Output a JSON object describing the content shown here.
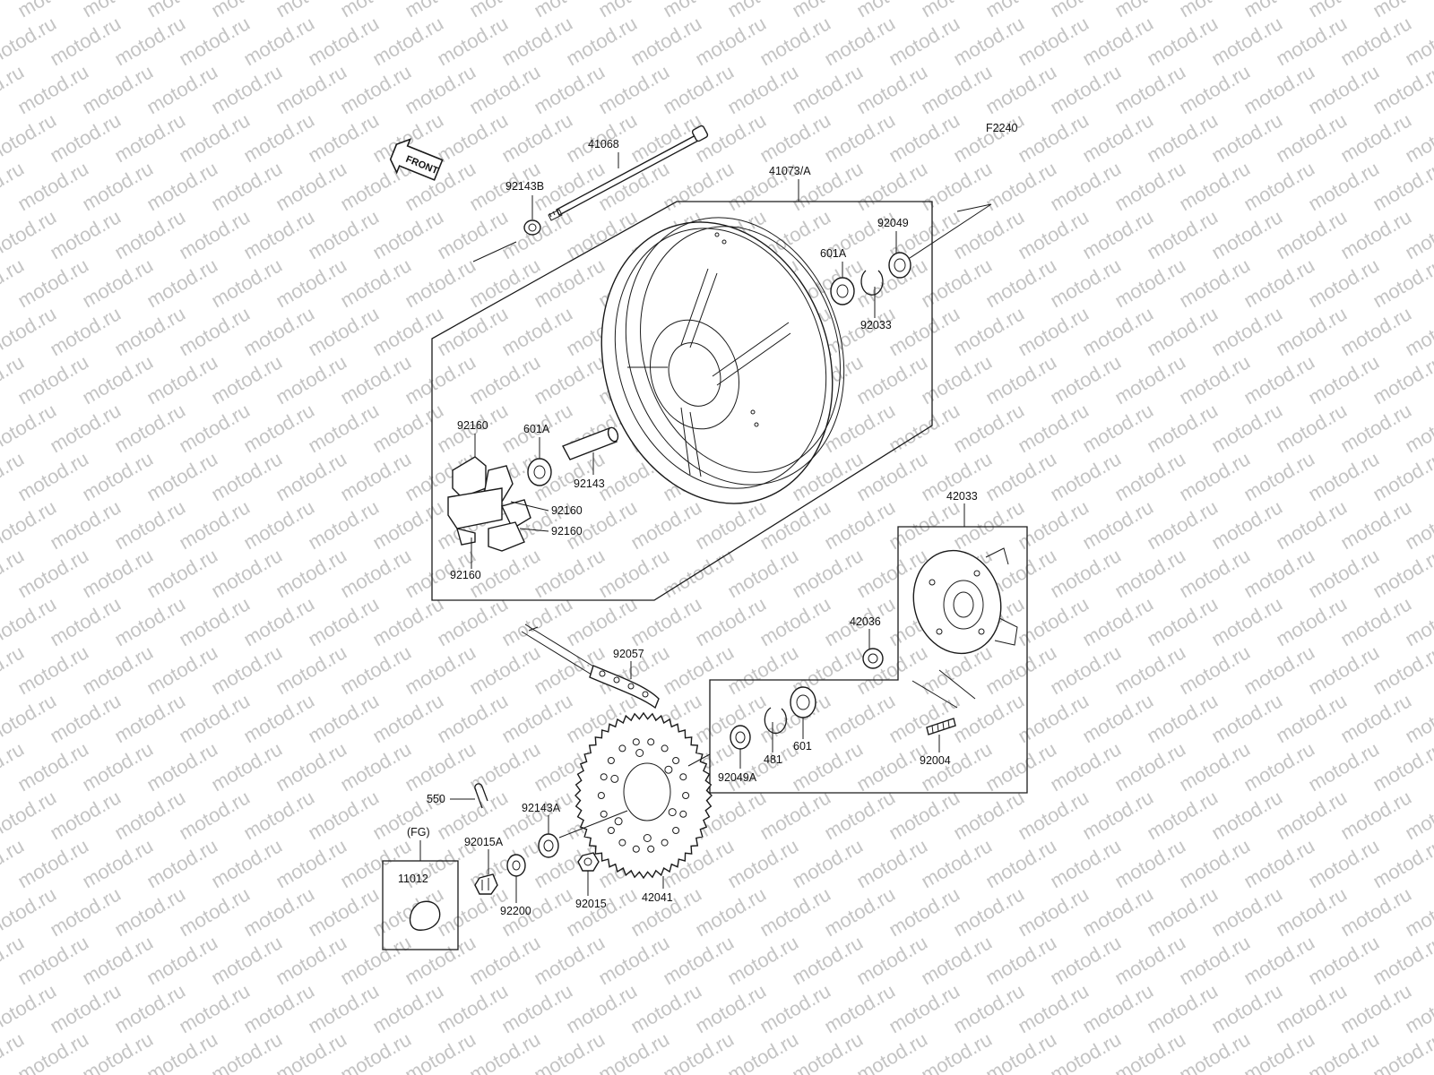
{
  "diagram": {
    "code": "F2240",
    "watermark": "motod.ru",
    "front_label": "FRONT",
    "labels": {
      "axle": "41068",
      "axle_nut": "92143B",
      "wheel": "41073/A",
      "oil_seal_right": "92049",
      "bearing_right": "601A",
      "circlip_right": "92033",
      "damper_top": "92160",
      "bearing_left": "601A",
      "collar_center": "92143",
      "damper_mid1": "92160",
      "damper_mid2": "92160",
      "damper_bottom": "92160",
      "sprocket_hub": "42033",
      "hub_collar": "42036",
      "chain": "92057",
      "cotter_pin": "550",
      "collar_sprocket": "92143A",
      "oil_seal_left": "92049A",
      "circlip_left": "481",
      "bearing_hub": "601",
      "stud": "92004",
      "fg_marker": "(FG)",
      "grease": "11012",
      "castle_nut": "92015A",
      "washer": "92200",
      "sprocket_nut": "92015",
      "sprocket": "42041"
    }
  }
}
